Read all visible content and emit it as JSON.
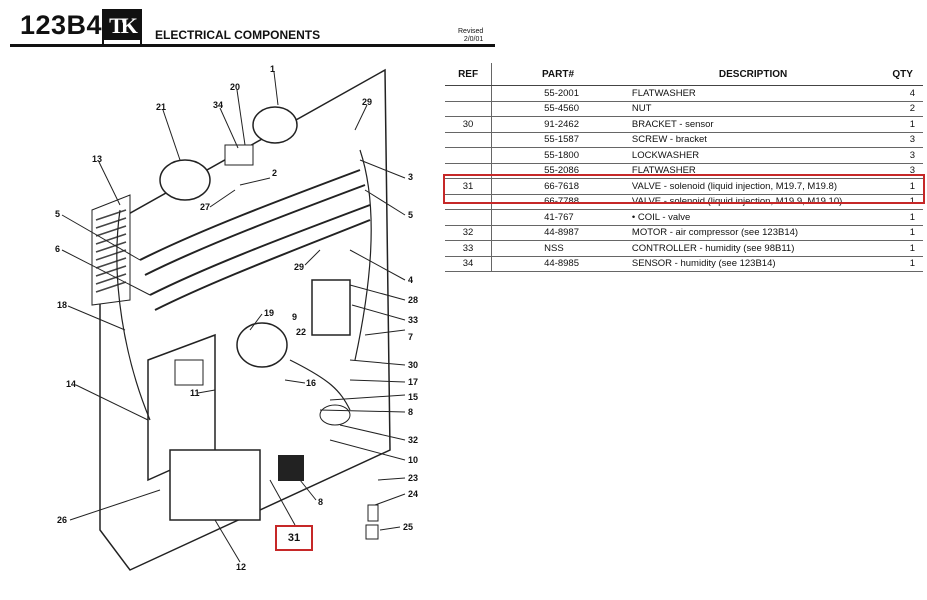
{
  "header": {
    "page_code": "123B4",
    "title": "ELECTRICAL COMPONENTS",
    "revised_label": "Revised",
    "revised_date": "2/0/01"
  },
  "table": {
    "headers": {
      "ref": "REF",
      "part": "PART#",
      "description": "DESCRIPTION",
      "qty": "QTY"
    },
    "rows": [
      {
        "ref": "",
        "part": "55-2001",
        "description": "FLATWASHER",
        "qty": "4"
      },
      {
        "ref": "",
        "part": "55-4560",
        "description": "NUT",
        "qty": "2"
      },
      {
        "ref": "30",
        "part": "91-2462",
        "description": "BRACKET - sensor",
        "qty": "1"
      },
      {
        "ref": "",
        "part": "55-1587",
        "description": "SCREW - bracket",
        "qty": "3"
      },
      {
        "ref": "",
        "part": "55-1800",
        "description": "LOCKWASHER",
        "qty": "3"
      },
      {
        "ref": "",
        "part": "55-2086",
        "description": "FLATWASHER",
        "qty": "3"
      },
      {
        "ref": "31",
        "part": "66-7618",
        "description": "VALVE - solenoid (liquid injection, M19.7, M19.8)",
        "qty": "1"
      },
      {
        "ref": "",
        "part": "66-7788",
        "description": "VALVE - solenoid (liquid injection, M19.9, M19.10)",
        "qty": "1"
      },
      {
        "ref": "",
        "part": "41-767",
        "description": "• COIL - valve",
        "qty": "1"
      },
      {
        "ref": "32",
        "part": "44-8987",
        "description": "MOTOR - air compressor (see 123B14)",
        "qty": "1"
      },
      {
        "ref": "33",
        "part": "NSS",
        "description": "CONTROLLER - humidity (see 98B11)",
        "qty": "1"
      },
      {
        "ref": "34",
        "part": "44-8985",
        "description": "SENSOR - humidity (see 123B14)",
        "qty": "1"
      }
    ]
  },
  "diagram": {
    "callouts": [
      "1",
      "20",
      "21",
      "34",
      "29",
      "13",
      "2",
      "27",
      "3",
      "5",
      "6",
      "5",
      "29",
      "4",
      "28",
      "18",
      "19",
      "9",
      "22",
      "33",
      "7",
      "30",
      "14",
      "11",
      "16",
      "17",
      "15",
      "8",
      "32",
      "10",
      "23",
      "24",
      "25",
      "26",
      "12",
      "8"
    ],
    "highlight_callout": "31"
  },
  "colors": {
    "highlight": "#c62828",
    "ink": "#111111"
  }
}
